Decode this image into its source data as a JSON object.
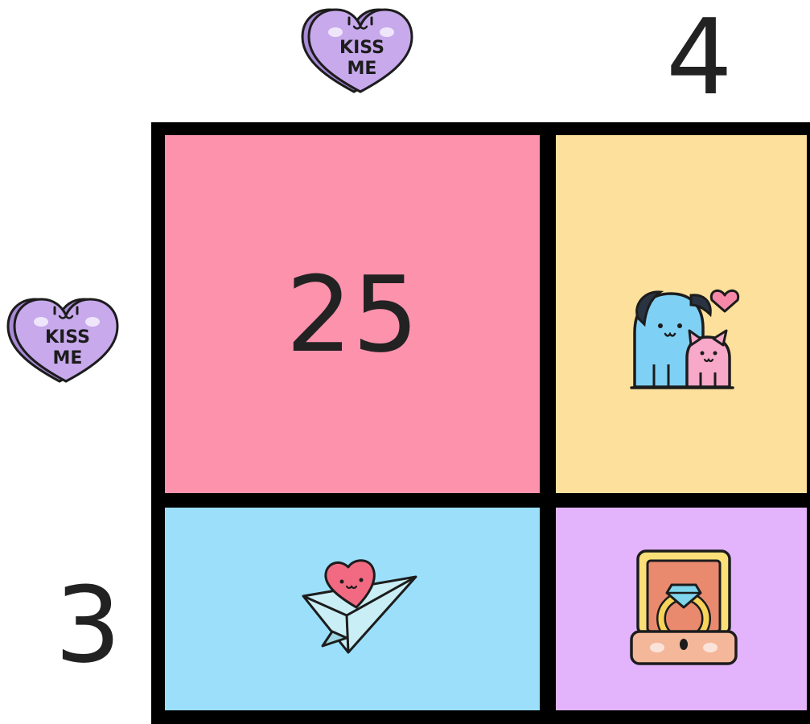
{
  "labels": {
    "top": "4",
    "left": "3"
  },
  "hearts": {
    "line1": "KISS",
    "line2": "ME"
  },
  "grid": {
    "top_left_value": "25"
  },
  "colors": {
    "top_left": "#fd92ad",
    "top_right": "#fde09c",
    "bottom_left": "#9bdffb",
    "bottom_right": "#e3b4fc",
    "heart": "#c7a9ec"
  },
  "icons": {
    "top_right": "dog-and-cat-icon",
    "bottom_left": "heart-paper-plane-icon",
    "bottom_right": "ring-box-icon"
  }
}
